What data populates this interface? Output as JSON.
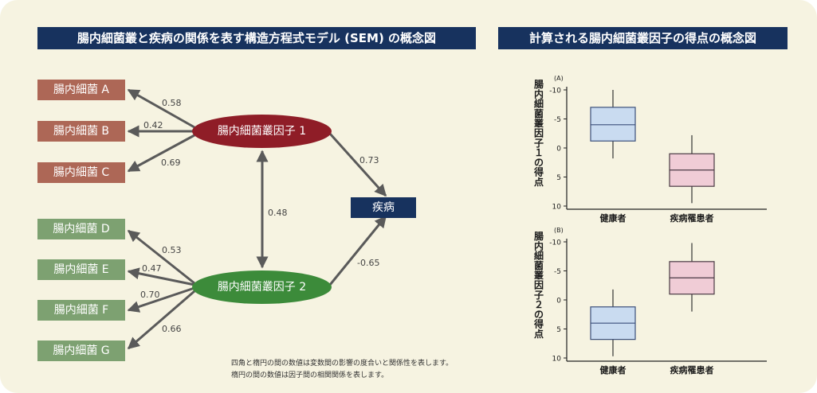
{
  "left_title": "腸内細菌叢と疾病の関係を表す構造方程式モデル (SEM) の概念図",
  "right_title": "計算される腸内細菌叢因子の得点の概念図",
  "bacteria": [
    {
      "label": "腸内細菌 A",
      "group": "factor1",
      "coef": "0.58"
    },
    {
      "label": "腸内細菌 B",
      "group": "factor1",
      "coef": "0.42"
    },
    {
      "label": "腸内細菌 C",
      "group": "factor1",
      "coef": "0.69"
    },
    {
      "label": "腸内細菌 D",
      "group": "factor2",
      "coef": "0.53"
    },
    {
      "label": "腸内細菌 E",
      "group": "factor2",
      "coef": "0.47"
    },
    {
      "label": "腸内細菌 F",
      "group": "factor2",
      "coef": "0.70"
    },
    {
      "label": "腸内細菌 G",
      "group": "factor2",
      "coef": "0.66"
    }
  ],
  "factor1": {
    "label": "腸内細菌叢因子 1",
    "to_disease": "0.73"
  },
  "factor2": {
    "label": "腸内細菌叢因子 2",
    "to_disease": "-0.65"
  },
  "correlation": "0.48",
  "disease": "疾病",
  "notes": [
    "四角と楕円の間の数値は変数間の影響の度合いと関係性を表します。",
    "楕円の間の数値は因子間の相関関係を表します。"
  ],
  "colors": {
    "title_bg": "#17325e",
    "factor1": "#8f1d27",
    "factor2": "#3c8b3a",
    "box_red": "#ad6756",
    "box_green": "#7da171",
    "healthy_fill": "#c9dbf0",
    "patient_fill": "#f0ccd6"
  },
  "chart_data": [
    {
      "type": "boxplot",
      "panel": "(A)",
      "ylabel": "腸内細菌叢因子１の得点",
      "ylim": [
        -10,
        10
      ],
      "y_inverted": true,
      "yticks": [
        "-10",
        "-5",
        "0",
        "5",
        "10"
      ],
      "categories": [
        "健康者",
        "疾病罹患者"
      ],
      "boxes": [
        {
          "min": -10,
          "q1": -7,
          "median": -4,
          "q3": -1.2,
          "max": 1.8
        },
        {
          "min": -2.2,
          "q1": 1,
          "median": 3.8,
          "q3": 6.6,
          "max": 9.5
        }
      ]
    },
    {
      "type": "boxplot",
      "panel": "(B)",
      "ylabel": "腸内細菌叢因子２の得点",
      "ylim": [
        -10,
        10
      ],
      "y_inverted": true,
      "yticks": [
        "-10",
        "-5",
        "0",
        "5",
        "10"
      ],
      "categories": [
        "健康者",
        "疾病罹患者"
      ],
      "boxes": [
        {
          "min": -1.8,
          "q1": 1.2,
          "median": 4,
          "q3": 6.8,
          "max": 9.7
        },
        {
          "min": -9.8,
          "q1": -6.6,
          "median": -3.8,
          "q3": -1,
          "max": 2
        }
      ]
    }
  ]
}
